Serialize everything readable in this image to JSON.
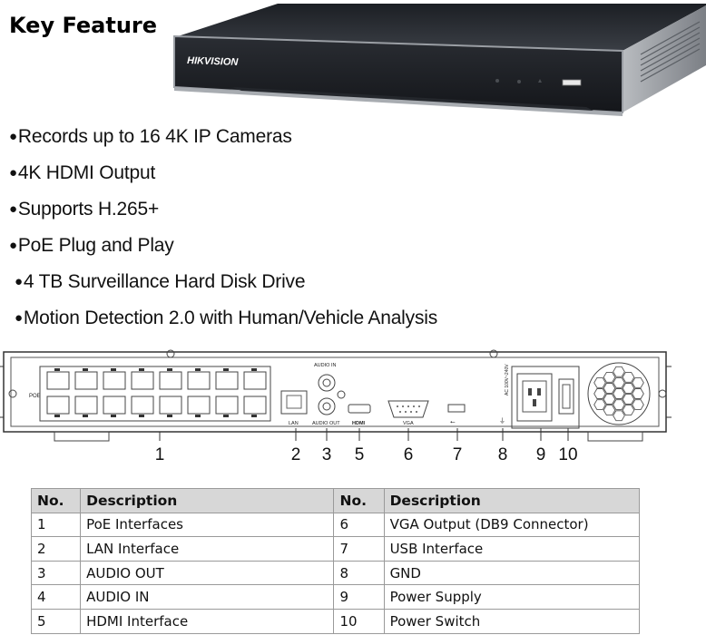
{
  "title": "Key Feature",
  "device": {
    "brand": "HIKVISION"
  },
  "features": [
    "Records up to 16 4K IP Cameras",
    "4K HDMI Output",
    "Supports H.265+",
    "PoE Plug and Play",
    "4 TB Surveillance Hard Disk Drive",
    "Motion Detection 2.0 with Human/Vehicle Analysis"
  ],
  "rear_panel": {
    "labels": {
      "poe": "POE",
      "lan": "LAN",
      "audio_in": "AUDIO IN",
      "audio_out": "AUDIO OUT",
      "hdmi": "HDMI",
      "vga": "VGA",
      "power_rating": "AC 100V~240V"
    },
    "callouts": [
      "1",
      "2",
      "3",
      "5",
      "6",
      "7",
      "8",
      "9",
      "10"
    ]
  },
  "table": {
    "headers": [
      "No.",
      "Description",
      "No.",
      "Description"
    ],
    "rows": [
      [
        "1",
        "PoE Interfaces",
        "6",
        "VGA Output (DB9 Connector)"
      ],
      [
        "2",
        "LAN Interface",
        "7",
        "USB Interface"
      ],
      [
        "3",
        "AUDIO OUT",
        "8",
        "GND"
      ],
      [
        "4",
        "AUDIO IN",
        "9",
        "Power Supply"
      ],
      [
        "5",
        "HDMI Interface",
        "10",
        "Power Switch"
      ]
    ]
  }
}
